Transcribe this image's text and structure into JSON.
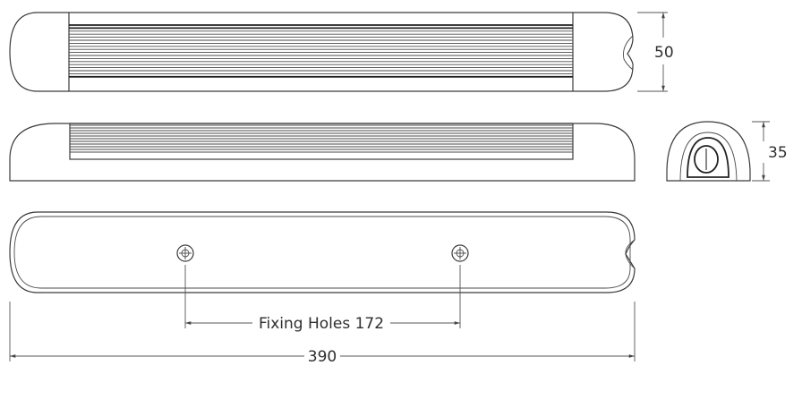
{
  "dimensions": {
    "height_top": "50",
    "height_end": "35",
    "fixing_holes": "Fixing Holes 172",
    "overall_length": "390"
  }
}
